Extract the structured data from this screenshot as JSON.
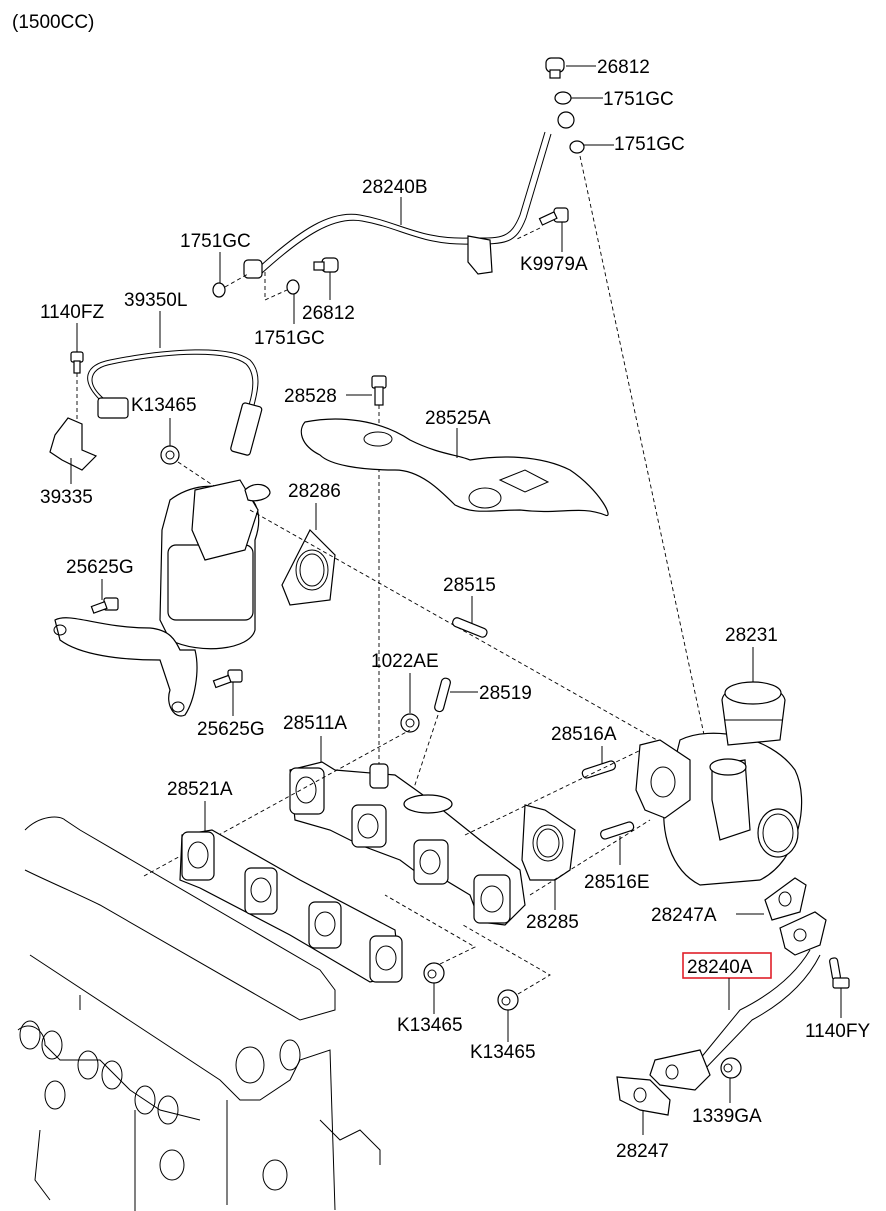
{
  "title": "(1500CC)",
  "highlight_color": "#e0202a",
  "highlighted_part": "28240A",
  "labels": {
    "p26812_top": "26812",
    "p1751gc_a": "1751GC",
    "p1751gc_b": "1751GC",
    "p28240b": "28240B",
    "p1751gc_c": "1751GC",
    "p26812_mid": "26812",
    "p1751gc_d": "1751GC",
    "pk9979a": "K9979A",
    "p1140fz": "1140FZ",
    "p39350l": "39350L",
    "pk13465_top": "K13465",
    "p39335": "39335",
    "p28528": "28528",
    "p28525a": "28525A",
    "p28286": "28286",
    "p25625g_a": "25625G",
    "p25625g_b": "25625G",
    "p28515": "28515",
    "p28231": "28231",
    "p1022ae": "1022AE",
    "p28519": "28519",
    "p28511a": "28511A",
    "p28516a": "28516A",
    "p28521a": "28521A",
    "p28516e": "28516E",
    "p28285": "28285",
    "p28247a": "28247A",
    "p28240a": "28240A",
    "pk13465_a": "K13465",
    "pk13465_b": "K13465",
    "p1140fy": "1140FY",
    "p1339ga": "1339GA",
    "p28247": "28247"
  }
}
